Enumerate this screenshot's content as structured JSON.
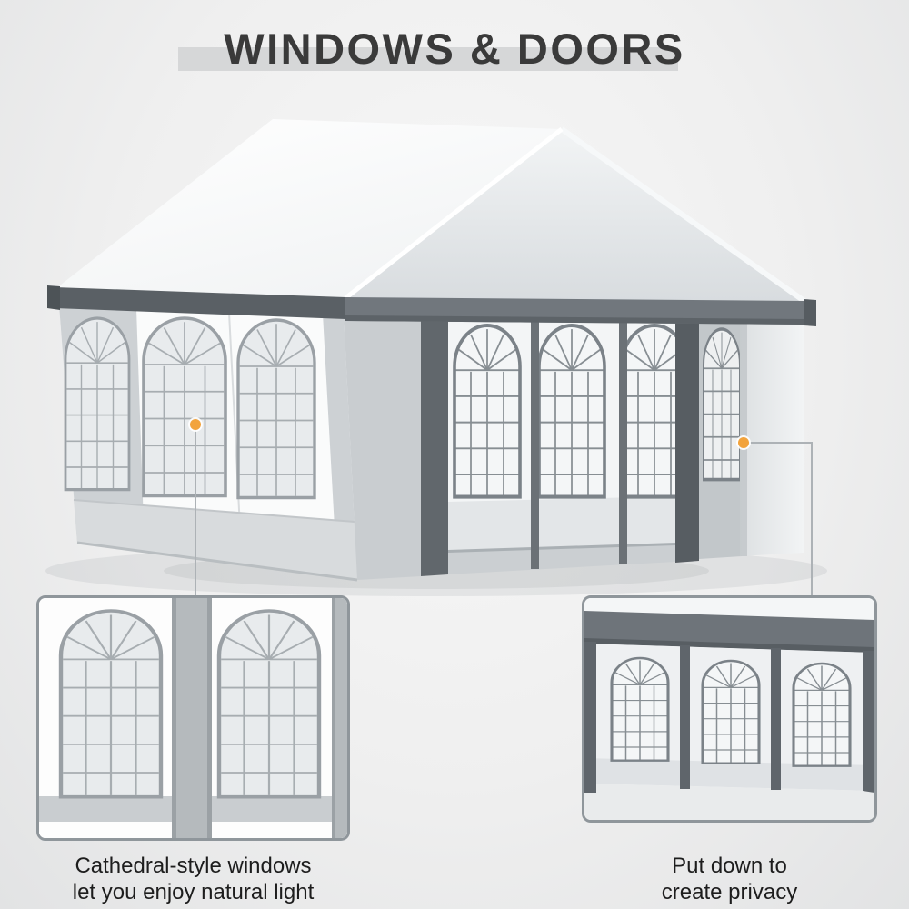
{
  "header": {
    "title": "WINDOWS & DOORS"
  },
  "callouts": {
    "marker_color": "#F2A33C",
    "left": {
      "line1": "Cathedral-style windows",
      "line2": "let you enjoy natural light"
    },
    "right": {
      "line1": "Put down to",
      "line2": "create privacy"
    }
  }
}
